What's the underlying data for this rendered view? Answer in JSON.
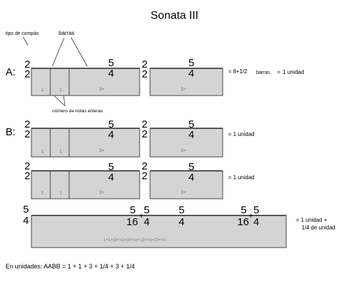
{
  "title": "Sonata III",
  "annotations": {
    "time_signature": "tipo de compás",
    "bars": "barras",
    "whole_notes": "número de notas enteras"
  },
  "sections": {
    "A": {
      "label": "A:",
      "equation": "= 8+1/2",
      "bars_word": "barras",
      "equals": "=",
      "unit_text": "1 unidad"
    },
    "B1": {
      "label": "B:",
      "equation": "= 1 unidad"
    },
    "B2": {
      "equation": "= 1 unidad"
    },
    "B3": {
      "equation_line1": "= 1 unidad +",
      "equation_line2": "1/4 de unidad"
    }
  },
  "time_signatures": {
    "two_two": {
      "top": "2",
      "bottom": "2"
    },
    "five_four": {
      "top": "5",
      "bottom": "4"
    },
    "five_sixteen": {
      "top": "5",
      "bottom": "16"
    },
    "plus": "+"
  },
  "box_values": {
    "one": "1",
    "three_plus_half": "3+",
    "half_num": "1",
    "half_den": "2",
    "long_formula": "1+1+(3+½)+(3+½)+ (3+½)+(3+½)"
  },
  "footer": "En unidades: AABB = 1 + 1 + 3 + 1/4 + 3 + 1/4",
  "colors": {
    "box_fill": "#d4d4d4",
    "box_stroke": "#444444",
    "staff": "#555555",
    "text": "#111111",
    "faint": "#777777"
  }
}
